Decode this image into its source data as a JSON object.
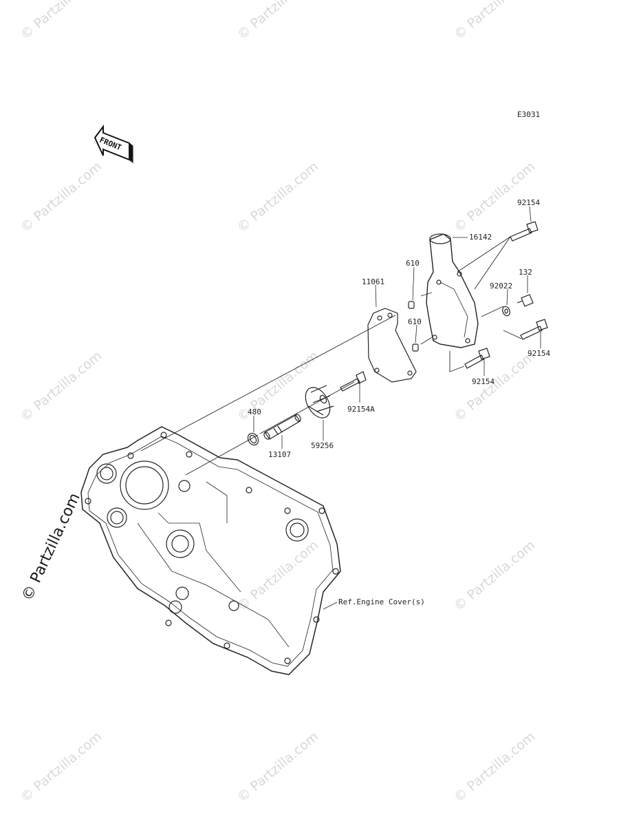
{
  "diagram": {
    "code": "E3031",
    "front_label": "FRONT",
    "reference_note": "Ref.Engine Cover(s)"
  },
  "parts": [
    {
      "id": "p1",
      "number": "92154"
    },
    {
      "id": "p2",
      "number": "16142"
    },
    {
      "id": "p3",
      "number": "610"
    },
    {
      "id": "p4",
      "number": "11061"
    },
    {
      "id": "p5",
      "number": "132"
    },
    {
      "id": "p6",
      "number": "92022"
    },
    {
      "id": "p7",
      "number": "610"
    },
    {
      "id": "p8",
      "number": "92154"
    },
    {
      "id": "p9",
      "number": "92154"
    },
    {
      "id": "p10",
      "number": "480"
    },
    {
      "id": "p11",
      "number": "92154A"
    },
    {
      "id": "p12",
      "number": "13107"
    },
    {
      "id": "p13",
      "number": "59256"
    }
  ],
  "watermarks": {
    "small": "© Partzilla.com",
    "large": "© Partzilla.com"
  }
}
